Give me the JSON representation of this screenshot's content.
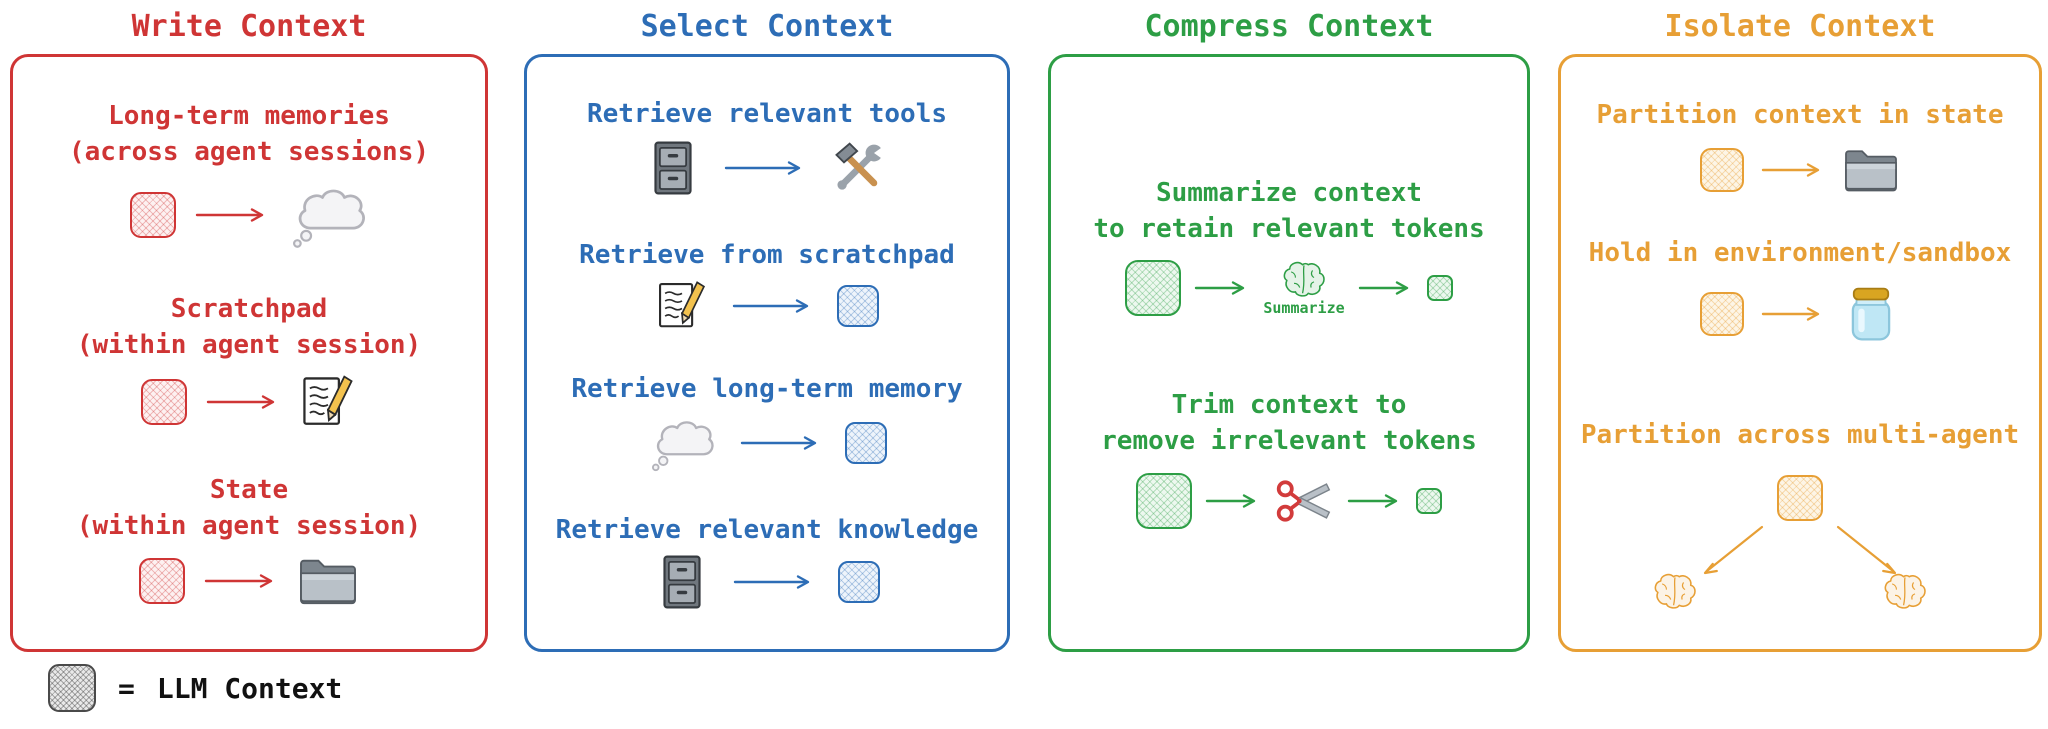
{
  "colors": {
    "write": "#cf3535",
    "select": "#2d6db6",
    "compress": "#2d9e45",
    "isolate": "#e79f35"
  },
  "icon_glyphs": {
    "llm-context-square": "▩",
    "thought-cloud": "💭",
    "memo-pencil": "📝",
    "folder": "📁",
    "file-cabinet": "🗄️",
    "hammer-wrench": "🛠️",
    "brain": "🧠",
    "scissors": "✂️",
    "jar": "🫙",
    "arrow": "→"
  },
  "panels": {
    "write": {
      "title": "Write Context",
      "sections": [
        {
          "line1": "Long-term memories",
          "line2": "(across agent sessions)",
          "source_icon": "llm-context-square",
          "target_icon": "thought-cloud"
        },
        {
          "line1": "Scratchpad",
          "line2": "(within agent session)",
          "source_icon": "llm-context-square",
          "target_icon": "memo-pencil"
        },
        {
          "line1": "State",
          "line2": "(within agent session)",
          "source_icon": "llm-context-square",
          "target_icon": "folder"
        }
      ]
    },
    "select": {
      "title": "Select Context",
      "rows": [
        {
          "label": "Retrieve relevant tools",
          "source_icon": "file-cabinet",
          "target_icon": "hammer-wrench"
        },
        {
          "label": "Retrieve from scratchpad",
          "source_icon": "memo-pencil",
          "target_icon": "llm-context-square"
        },
        {
          "label": "Retrieve long-term memory",
          "source_icon": "thought-cloud",
          "target_icon": "llm-context-square"
        },
        {
          "label": "Retrieve relevant knowledge",
          "source_icon": "file-cabinet",
          "target_icon": "llm-context-square"
        }
      ]
    },
    "compress": {
      "title": "Compress Context",
      "rows": [
        {
          "line1": "Summarize context",
          "line2": "to retain relevant tokens",
          "source_icon": "llm-context-square",
          "process_icon": "brain",
          "process_label": "Summarize",
          "target_icon": "llm-context-square"
        },
        {
          "line1": "Trim context to",
          "line2": "remove irrelevant tokens",
          "source_icon": "llm-context-square",
          "process_icon": "scissors",
          "process_label": "",
          "target_icon": "llm-context-square"
        }
      ]
    },
    "isolate": {
      "title": "Isolate Context",
      "rows": [
        {
          "label": "Partition context in state",
          "source_icon": "llm-context-square",
          "target_icon": "folder"
        },
        {
          "label": "Hold in environment/sandbox",
          "source_icon": "llm-context-square",
          "target_icon": "jar"
        },
        {
          "label": "Partition across multi-agent",
          "source_icon": "llm-context-square",
          "target_icons": [
            "brain",
            "brain"
          ]
        }
      ]
    }
  },
  "legend": {
    "equals_sign": "=",
    "label": "LLM Context",
    "icon": "llm-context-square"
  }
}
